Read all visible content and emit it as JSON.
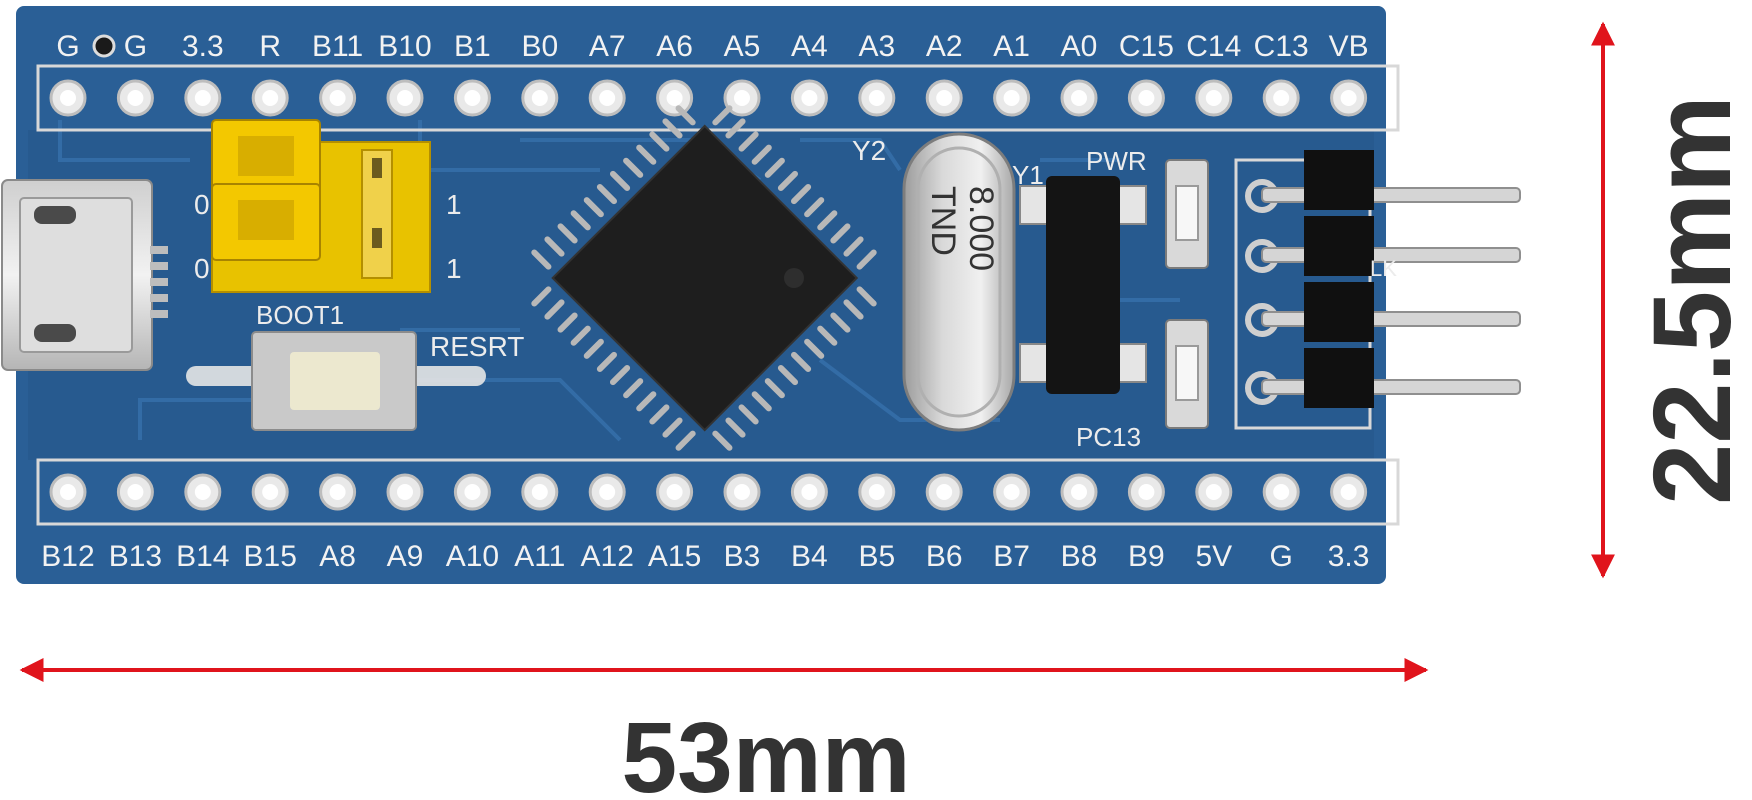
{
  "board": {
    "top_pins": [
      "G",
      "G",
      "3.3",
      "R",
      "B11",
      "B10",
      "B1",
      "B0",
      "A7",
      "A6",
      "A5",
      "A4",
      "A3",
      "A2",
      "A1",
      "A0",
      "C15",
      "C14",
      "C13",
      "VB"
    ],
    "bottom_pins": [
      "B12",
      "B13",
      "B14",
      "B15",
      "A8",
      "A9",
      "A10",
      "A11",
      "A12",
      "A15",
      "B3",
      "B4",
      "B5",
      "B6",
      "B7",
      "B8",
      "B9",
      "5V",
      "G",
      "3.3"
    ],
    "silkscreen": {
      "reset": "RESRT",
      "boot": "BOOT1",
      "pwr": "PWR",
      "pc13": "PC13",
      "y1": "Y1",
      "y2": "Y2",
      "jumper_one_a": "1",
      "jumper_one_b": "1",
      "jumper_zero_a": "0",
      "jumper_zero_b": "0",
      "swd_clk": "LK",
      "crystal_line1": "TND",
      "crystal_line2": "8.000"
    },
    "colors": {
      "pcb": "#2a5f96",
      "pcb_dark": "#1f4b7a",
      "jumper": "#f2c200",
      "arrow": "#e0141c"
    }
  },
  "dimensions": {
    "width_label": "53mm",
    "height_label": "22.5mm"
  }
}
